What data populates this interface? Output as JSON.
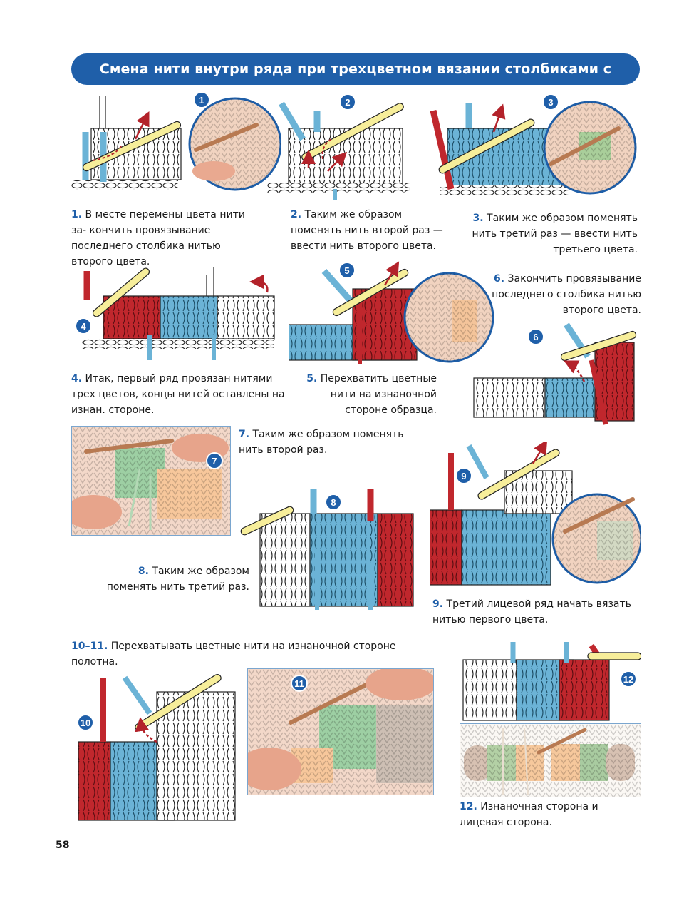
{
  "page": {
    "title": "Смена нити внутри ряда при трехцветном вязании столбиками с накидом",
    "page_number": "58"
  },
  "colors": {
    "accent": "#1f5fa9",
    "yarn_red": "#c0272d",
    "yarn_blue": "#6bb3d6",
    "yarn_white": "#ffffff",
    "hook_yellow": "#f7ee9a",
    "arrow_red": "#b3222a",
    "outline": "#222222"
  },
  "steps": [
    {
      "num": "1",
      "bold": "1.",
      "text": " В месте перемены цвета нити за- кончить провязывание последнего столбика нитью второго цвета."
    },
    {
      "num": "2",
      "bold": "2.",
      "text": " Таким же образом поменять нить второй раз — ввести нить второго цвета."
    },
    {
      "num": "3",
      "bold": "3.",
      "text": " Таким же образом поменять нить третий раз — ввести нить третьего цвета."
    },
    {
      "num": "4",
      "bold": "4.",
      "text": " Итак, первый ряд провязан нитями трех цветов, концы нитей оставлены на изнан. стороне."
    },
    {
      "num": "5",
      "bold": "5.",
      "text": " Перехватить цветные нити на изнаночной стороне образца."
    },
    {
      "num": "6",
      "bold": "6.",
      "text": " Закончить провязывание последнего столбика нитью второго цвета."
    },
    {
      "num": "7",
      "bold": "7.",
      "text": " Таким же образом поменять нить второй раз."
    },
    {
      "num": "8",
      "bold": "8.",
      "text": " Таким же образом поменять нить третий раз."
    },
    {
      "num": "9",
      "bold": "9.",
      "text": " Третий лицевой ряд начать вязать нитью первого цвета."
    },
    {
      "num": "10–11",
      "bold": "10–11.",
      "text": " Перехватывать цветные нити на изнаночной стороне полотна."
    },
    {
      "num": "12",
      "bold": "12.",
      "text": " Изнаночная сторона и лицевая сторона."
    }
  ],
  "badges": [
    "1",
    "2",
    "3",
    "4",
    "5",
    "6",
    "7",
    "8",
    "9",
    "10",
    "11",
    "12"
  ]
}
